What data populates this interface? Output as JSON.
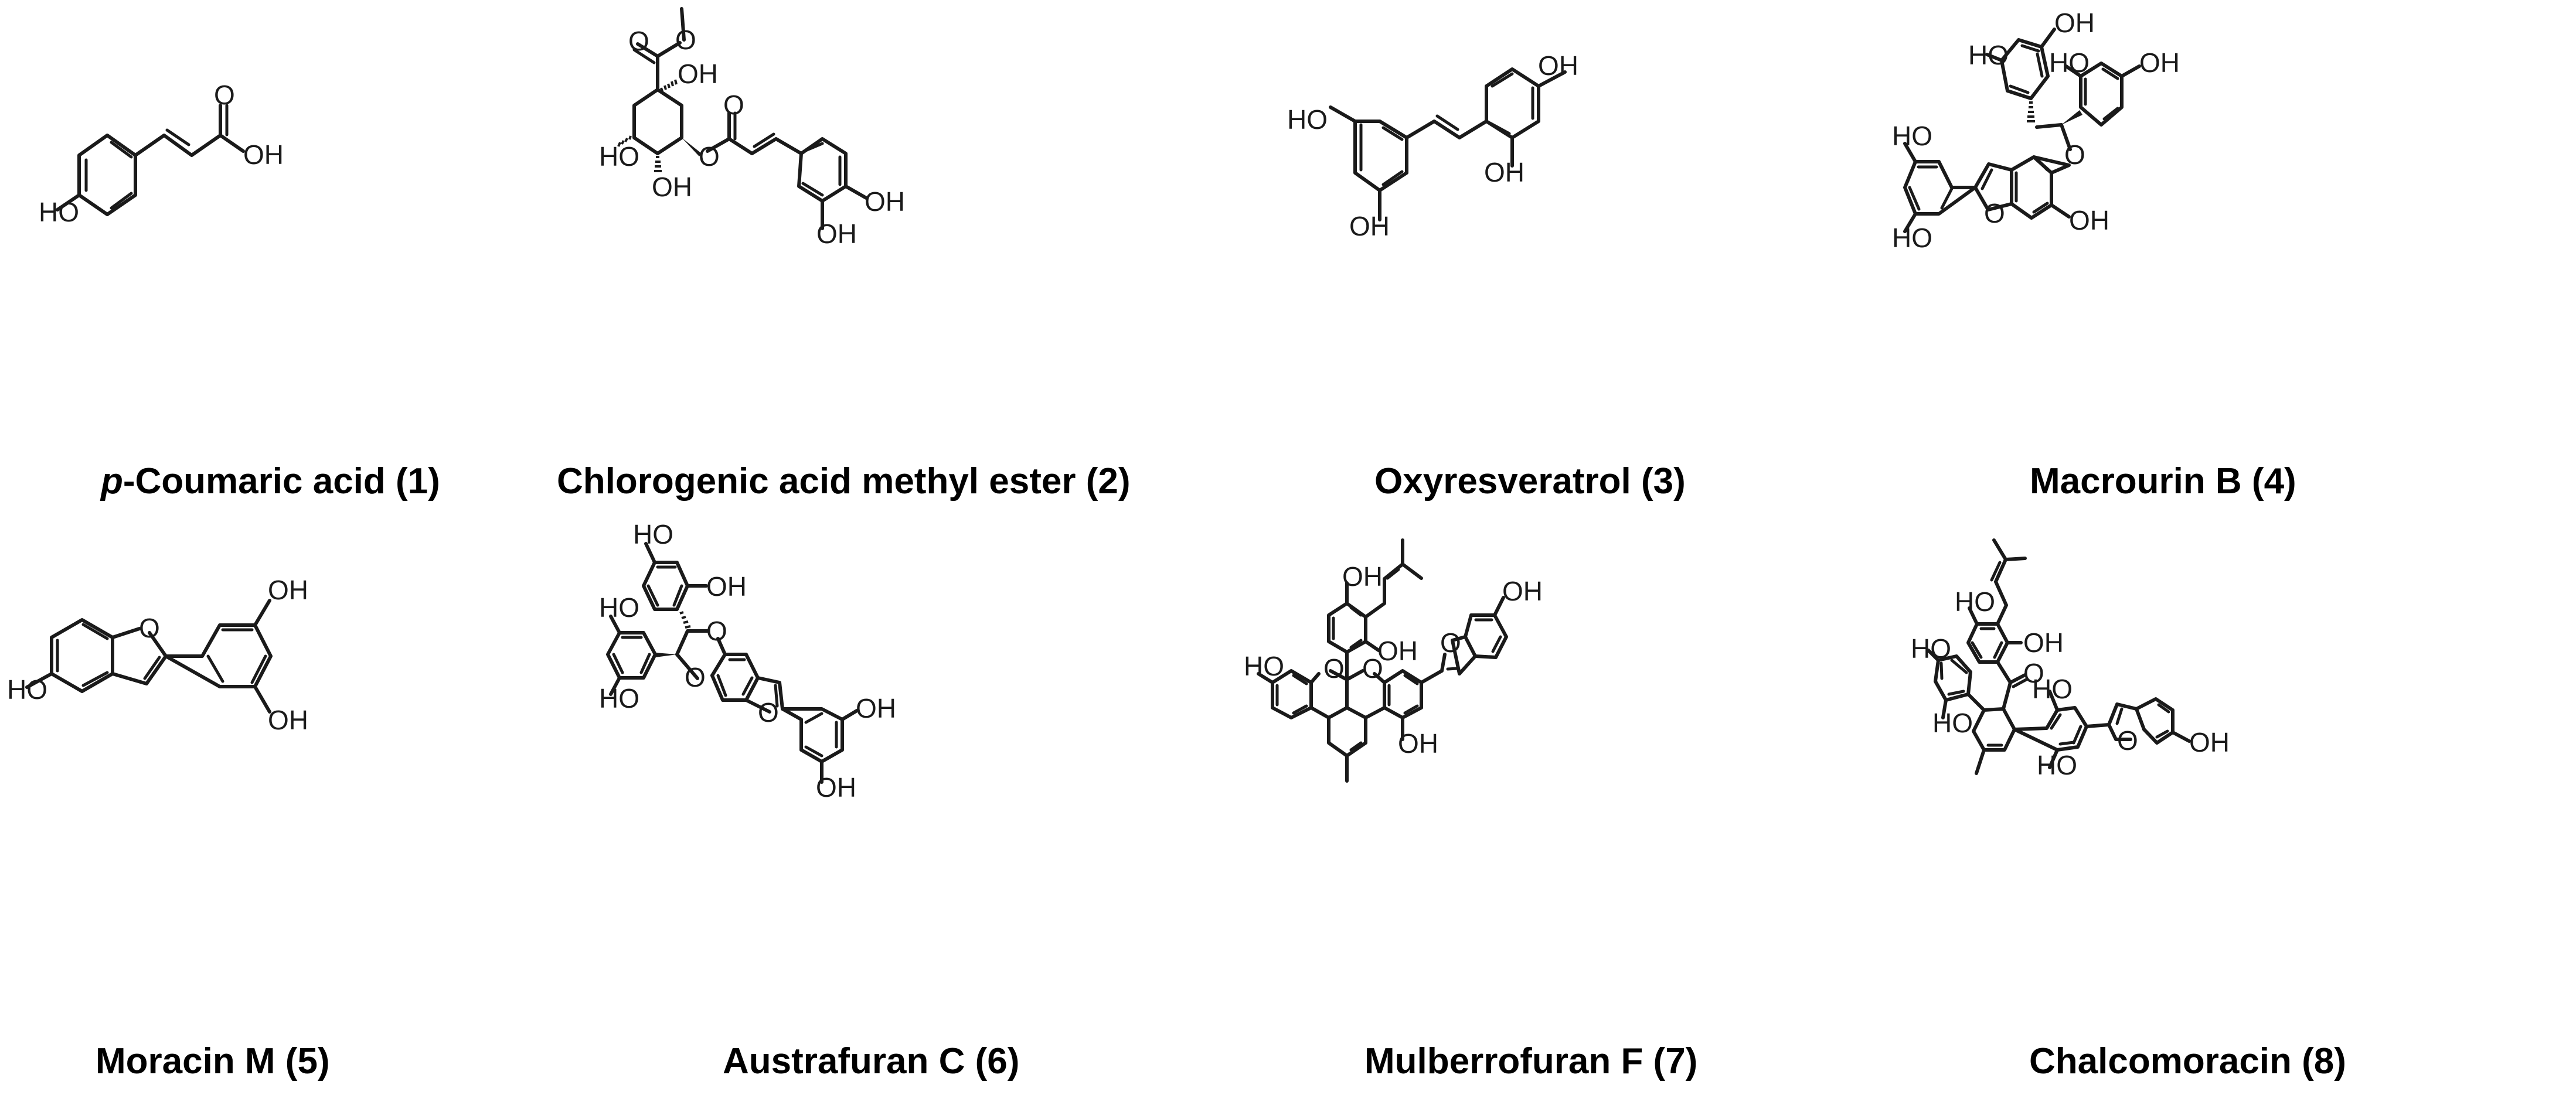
{
  "figure": {
    "background": "#ffffff",
    "ink_color": "#1a1a1a",
    "compounds": [
      {
        "id": 1,
        "name_prefix_italic": "p",
        "name_rest": "-Coumaric acid (1)",
        "label": "p-Coumaric acid (1)",
        "number": "1",
        "atoms": [
          "O",
          "OH",
          "HO"
        ]
      },
      {
        "id": 2,
        "label": "Chlorogenic acid methyl ester (2)",
        "number": "2",
        "atoms": [
          "O",
          "O",
          "OH",
          "O",
          "O",
          "HO",
          "OH",
          "OH",
          "OH"
        ]
      },
      {
        "id": 3,
        "label": "Oxyresveratrol (3)",
        "number": "3",
        "atoms": [
          "OH",
          "HO",
          "OH",
          "OH"
        ]
      },
      {
        "id": 4,
        "label": "Macrourin B (4)",
        "number": "4",
        "atoms": [
          "OH",
          "HO",
          "HO",
          "OH",
          "HO",
          "O",
          "O",
          "OH",
          "HO"
        ]
      },
      {
        "id": 5,
        "label": "Moracin M (5)",
        "number": "5",
        "atoms": [
          "OH",
          "O",
          "HO",
          "OH"
        ]
      },
      {
        "id": 6,
        "label": "Austrafuran C (6)",
        "number": "6",
        "atoms": [
          "HO",
          "OH",
          "HO",
          "O",
          "O",
          "HO",
          "O",
          "OH",
          "OH"
        ]
      },
      {
        "id": 7,
        "label": "Mulberrofuran F (7)",
        "number": "7",
        "atoms": [
          "OH",
          "OH",
          "O",
          "OH",
          "HO",
          "O",
          "O",
          "OH"
        ]
      },
      {
        "id": 8,
        "label": "Chalcomoracin (8)",
        "number": "8",
        "atoms": [
          "HO",
          "OH",
          "HO",
          "O",
          "HO",
          "HO",
          "HO",
          "O",
          "OH"
        ]
      }
    ]
  }
}
